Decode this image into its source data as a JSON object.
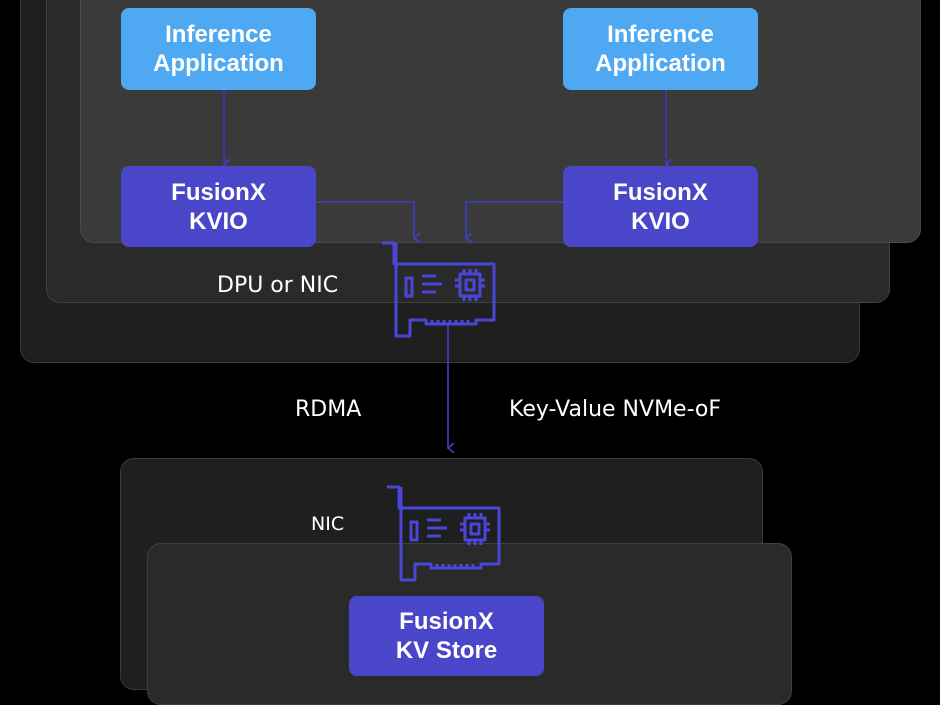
{
  "nodes": {
    "app_left": "Inference\nApplication",
    "app_right": "Inference\nApplication",
    "kvio_left": "FusionX\nKVIO",
    "kvio_right": "FusionX\nKVIO",
    "kvstore": "FusionX\nKV Store"
  },
  "labels": {
    "dpu_nic": "DPU or NIC",
    "rdma": "RDMA",
    "protocol": "Key-Value NVMe-oF",
    "nic": "NIC"
  },
  "icons": {
    "dpu_card": "network-card-icon",
    "nic_card": "network-card-icon"
  },
  "colors": {
    "app_box": "#4ea9f2",
    "fusionx_box": "#4a46c9",
    "connector": "#4040c8",
    "background": "#000000"
  }
}
